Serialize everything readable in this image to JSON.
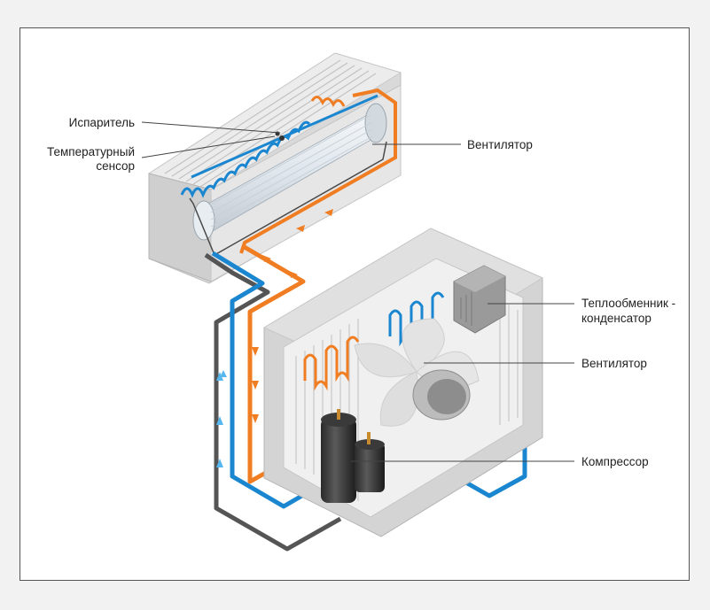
{
  "labels": {
    "evaporator": "Испаритель",
    "temp_sensor_line1": "Температурный",
    "temp_sensor_line2": "сенсор",
    "indoor_fan": "Вентилятор",
    "condenser_line1": "Теплообменник -",
    "condenser_line2": "конденсатор",
    "outdoor_fan": "Вентилятор",
    "compressor": "Компрессор"
  },
  "colors": {
    "hot_line": "#f07d22",
    "cold_line": "#1a86d0",
    "return_line": "#555555",
    "arrow_light": "#58b8ee",
    "casing": "#dcdcdc",
    "frame_border": "#555555"
  }
}
